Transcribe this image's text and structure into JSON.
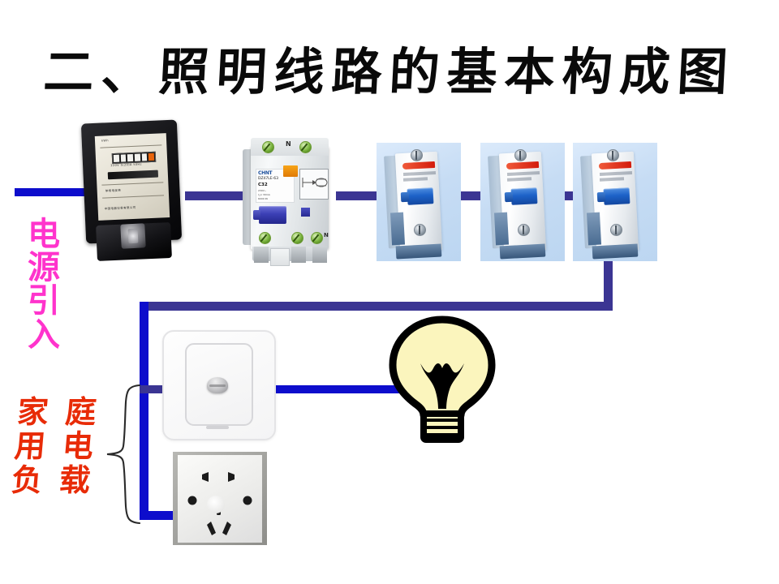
{
  "slide": {
    "title": "二、照明线路的基本构成图",
    "background": "#ffffff"
  },
  "labels": {
    "power_source": {
      "text": "电源引入",
      "chars": [
        "电",
        "源",
        "引",
        "入"
      ],
      "color": "#ff33cc",
      "orientation": "vertical"
    },
    "household_load": {
      "text": "家庭用电负载",
      "chars": [
        "家",
        "庭",
        "用",
        "电",
        "负",
        "载"
      ],
      "color": "#e82b07",
      "orientation": "grid-2col"
    }
  },
  "components": {
    "meter": {
      "name": "单相电能表",
      "face_top_text": "kWh",
      "counter_digits": [
        "0",
        "0",
        "0",
        "0",
        "0",
        "0"
      ],
      "face_line_1": "单相电度表",
      "face_line_2": "220V 5(20)A 50Hz",
      "face_line_3": "中国电器仪表有限公司"
    },
    "rcbo": {
      "brand": "CHNT",
      "model": "DZ47LE-63",
      "rating": "C32",
      "spec_1": "230V~",
      "spec_2": "I△n 30mA",
      "spec_3": "6000 IN",
      "terminal_top": "N",
      "terminal_bottom": "N",
      "lever_color": "#3b3fb5"
    },
    "breakers": [
      {
        "id": "mcb-1",
        "lever_color": "#1d62c8",
        "label_color": "#d31b0c"
      },
      {
        "id": "mcb-2",
        "lever_color": "#1d62c8",
        "label_color": "#d31b0c"
      },
      {
        "id": "mcb-3",
        "lever_color": "#1d62c8",
        "label_color": "#d31b0c"
      }
    ],
    "wall_switch": {
      "name": "墙壁开关",
      "type": "single-gang-rocker"
    },
    "socket": {
      "name": "五孔插座",
      "type": "cn-5-hole"
    },
    "lamp": {
      "name": "照明灯",
      "glass_color": "#fbf5bd",
      "outline_color": "#000000"
    }
  },
  "wiring": {
    "bright_color": "#0d0dcc",
    "dark_color": "#3b3593",
    "segments": [
      {
        "id": "incoming-main",
        "color": "bright"
      },
      {
        "id": "meter-to-rcbo",
        "color": "dark"
      },
      {
        "id": "rcbo-to-mcb1",
        "color": "dark"
      },
      {
        "id": "mcb1-to-mcb2",
        "color": "dark"
      },
      {
        "id": "mcb2-to-mcb3",
        "color": "dark"
      },
      {
        "id": "mcb3-drop",
        "color": "dark"
      },
      {
        "id": "distribution-bus",
        "color": "dark"
      },
      {
        "id": "bus-vertical",
        "color": "bright"
      },
      {
        "id": "switch-feed",
        "color": "dark"
      },
      {
        "id": "switch-to-lamp",
        "color": "bright"
      },
      {
        "id": "socket-feed",
        "color": "bright"
      }
    ]
  },
  "brace": {
    "id": "load-brace",
    "color": "#2a2a2a",
    "direction": "left"
  }
}
